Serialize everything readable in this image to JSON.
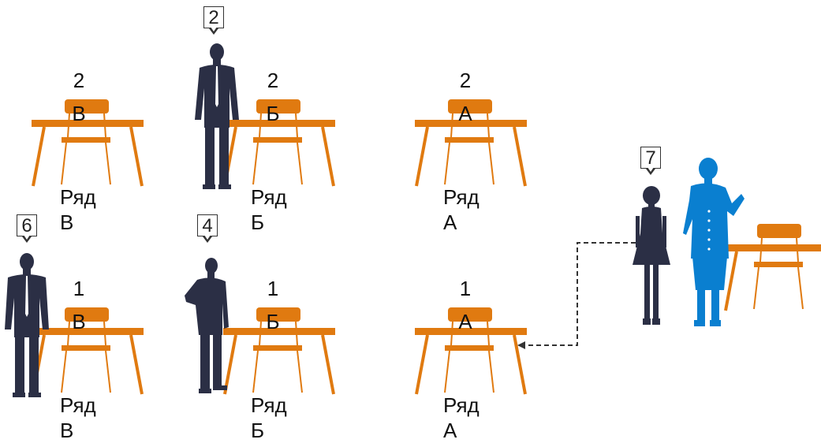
{
  "desks": [
    {
      "id": "2V",
      "number": "2",
      "letter": "В",
      "row_label": "Ряд\nВ"
    },
    {
      "id": "2B",
      "number": "2",
      "letter": "Б",
      "row_label": "Ряд\nБ"
    },
    {
      "id": "2A",
      "number": "2",
      "letter": "А",
      "row_label": "Ряд\nА"
    },
    {
      "id": "1V",
      "number": "1",
      "letter": "В",
      "row_label": "Ряд\nВ"
    },
    {
      "id": "1B",
      "number": "1",
      "letter": "Б",
      "row_label": "Ряд\nБ"
    },
    {
      "id": "1A",
      "number": "1",
      "letter": "А",
      "row_label": "Ряд\nА"
    }
  ],
  "badges": {
    "b2": "2",
    "b6": "6",
    "b4": "4",
    "b7": "7"
  },
  "colors": {
    "desk": "#e07a10",
    "person_dark": "#2b2f45",
    "teacher": "#0a7fd0",
    "arrow": "#333333"
  }
}
